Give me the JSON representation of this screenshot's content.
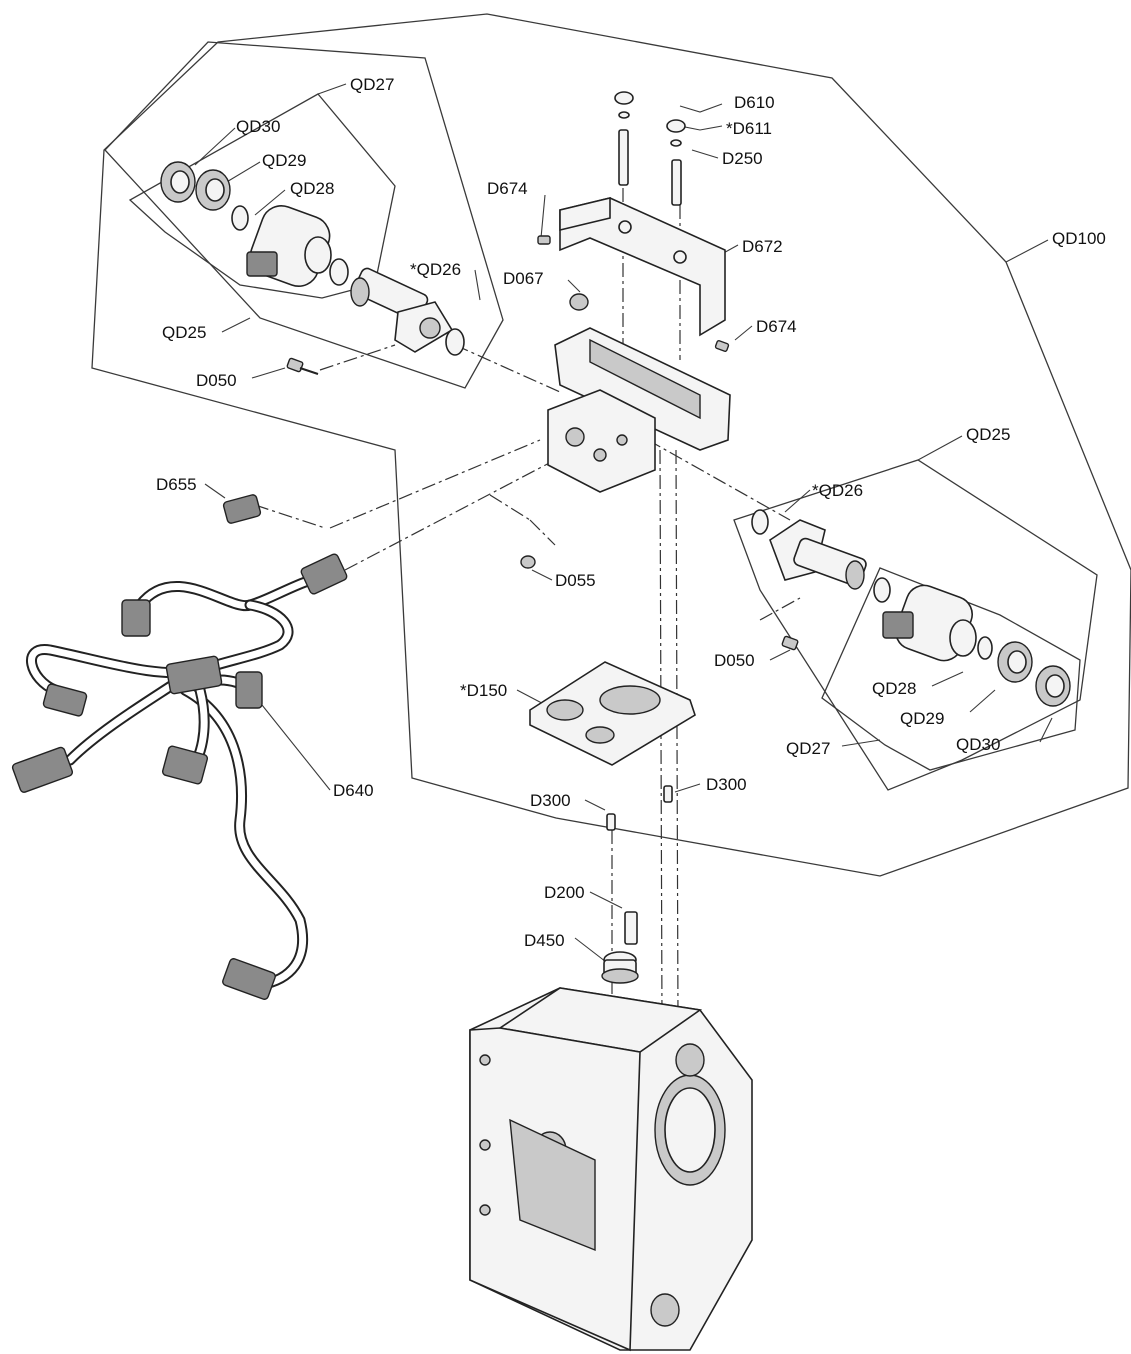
{
  "labels": {
    "qd27_top": "QD27",
    "qd30_top": "QD30",
    "qd29_top": "QD29",
    "qd28_top": "QD28",
    "qd26_top": "*QD26",
    "qd25_top": "QD25",
    "d050_top": "D050",
    "d610": "D610",
    "d611": "*D611",
    "d250": "D250",
    "d674_top": "D674",
    "d672": "D672",
    "d067": "D067",
    "d674_right": "D674",
    "qd100": "QD100",
    "qd25_right": "QD25",
    "qd26_right": "*QD26",
    "d655": "D655",
    "d055": "D055",
    "d050_right": "D050",
    "d150": "*D150",
    "qd28_right": "QD28",
    "qd29_right": "QD29",
    "qd30_right": "QD30",
    "qd27_right": "QD27",
    "d640": "D640",
    "d300_left": "D300",
    "d300_right": "D300",
    "d200": "D200",
    "d450": "D450"
  }
}
